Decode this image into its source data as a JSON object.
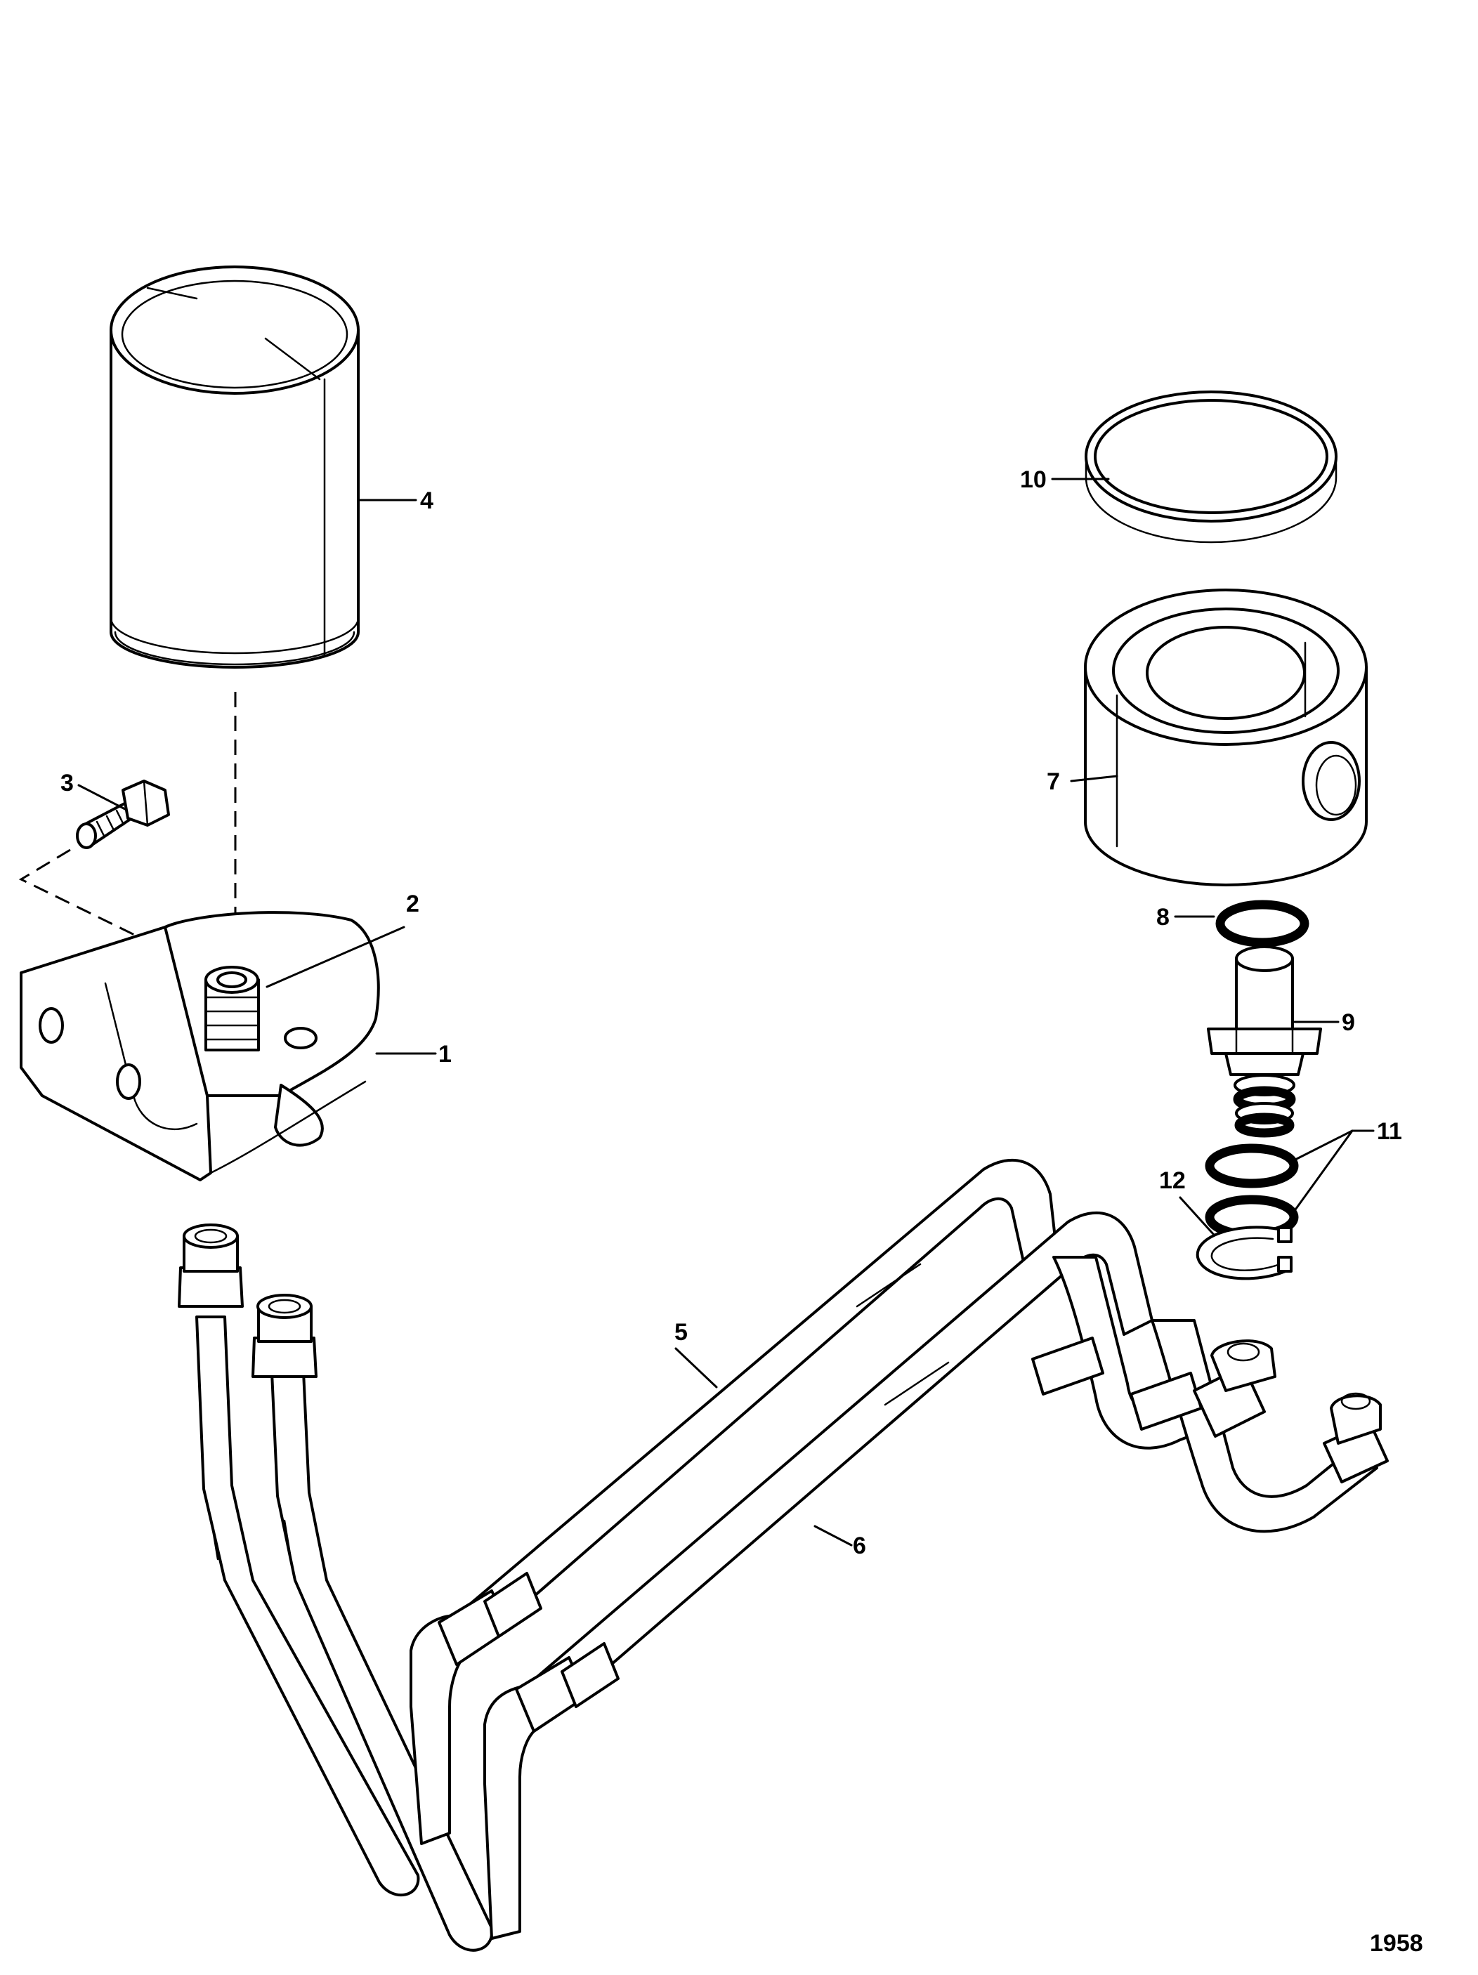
{
  "diagram": {
    "figure_number": "1958",
    "callouts": [
      {
        "id": "c1",
        "text": "1"
      },
      {
        "id": "c2",
        "text": "2"
      },
      {
        "id": "c3",
        "text": "3"
      },
      {
        "id": "c4",
        "text": "4"
      },
      {
        "id": "c5",
        "text": "5"
      },
      {
        "id": "c6",
        "text": "6"
      },
      {
        "id": "c7",
        "text": "7"
      },
      {
        "id": "c8",
        "text": "8"
      },
      {
        "id": "c9",
        "text": "9"
      },
      {
        "id": "c10",
        "text": "10"
      },
      {
        "id": "c11",
        "text": "11"
      },
      {
        "id": "c12",
        "text": "12"
      }
    ]
  },
  "colors": {
    "ink": "#000000",
    "paper": "#ffffff"
  }
}
